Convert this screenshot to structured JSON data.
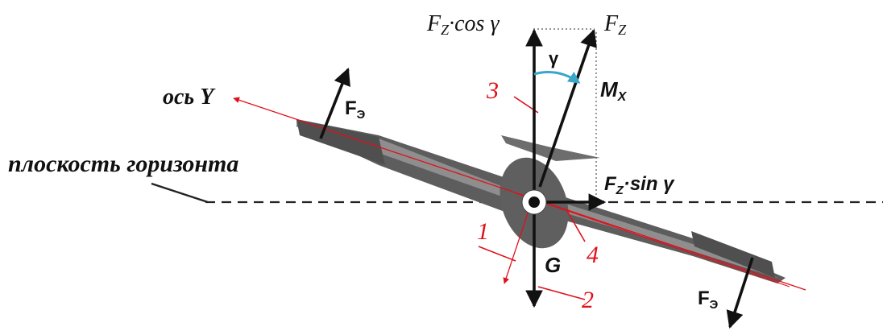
{
  "labels": {
    "fz_cos": "F",
    "fz_cos_sub": "Z",
    "fz_cos_rest": "·cos γ",
    "fz": "F",
    "fz_sub": "Z",
    "gamma": "γ",
    "mx": "M",
    "mx_sub": "X",
    "axis_y": "ось Y",
    "horizon": "плоскость горизонта",
    "fe_left": "F",
    "fe_left_sub": "Э",
    "fe_right": "F",
    "fe_right_sub": "Э",
    "fz_sin": "F",
    "fz_sin_sub": "Z",
    "fz_sin_rest": "·sin γ",
    "g": "G",
    "n1": "1",
    "n2": "2",
    "n3": "3",
    "n4": "4"
  },
  "colors": {
    "ink": "#111111",
    "accent_red": "#e0101a",
    "moment_arc": "#3aa6c8",
    "wing_dark": "#555555",
    "wing_light": "#9a9a9a",
    "fuselage": "#5f5f5f"
  }
}
